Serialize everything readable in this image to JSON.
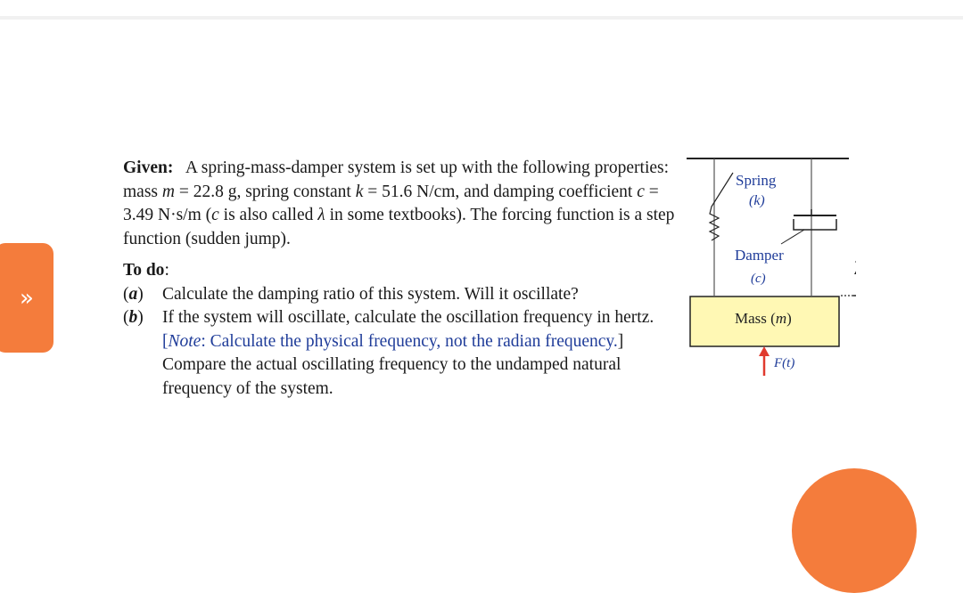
{
  "problem": {
    "given_label": "Given:",
    "given_intro": "A spring-mass-damper system is set up with the following properties: mass ",
    "mass_sym": "m",
    "mass_val": " = 22.8 g, spring constant ",
    "k_sym": "k",
    "k_val": " = 51.6 N/cm, and damping coefficient ",
    "c_sym": "c",
    "c_val": " = 3.49 N·s/m (",
    "c_sym2": "c",
    "c_also": " is also called ",
    "lambda_sym": "λ",
    "c_tail": " in some textbooks). The forcing function is a step function (sudden jump).",
    "todo_label": "To do",
    "todo_colon": ":",
    "items": [
      {
        "letter": "a",
        "text": "Calculate the damping ratio of this system. Will it oscillate?"
      },
      {
        "letter": "b",
        "text_before": "If the system will oscillate, calculate the oscillation frequency in hertz. ",
        "note_open": "[",
        "note_label": "Note",
        "note_body": ": Calculate the physical frequency, not the radian frequency.",
        "note_close": "]",
        "text_after": " Compare the actual oscillating frequency to the undamped natural frequency of the system."
      }
    ]
  },
  "diagram": {
    "spring_label": "Spring",
    "spring_sym": "(k)",
    "damper_label": "Damper",
    "damper_sym": "(c)",
    "mass_label": "Mass (",
    "mass_sym": "m",
    "mass_close": ")",
    "force_label": "F(t)",
    "y_label": "y",
    "colors": {
      "mass_fill": "#fff8b4",
      "force_arrow": "#e03a2e"
    }
  },
  "ui": {
    "side_tab_icon": "double-chevron-right-icon",
    "side_tab_glyph": "»",
    "accent": "#f47c3c"
  }
}
